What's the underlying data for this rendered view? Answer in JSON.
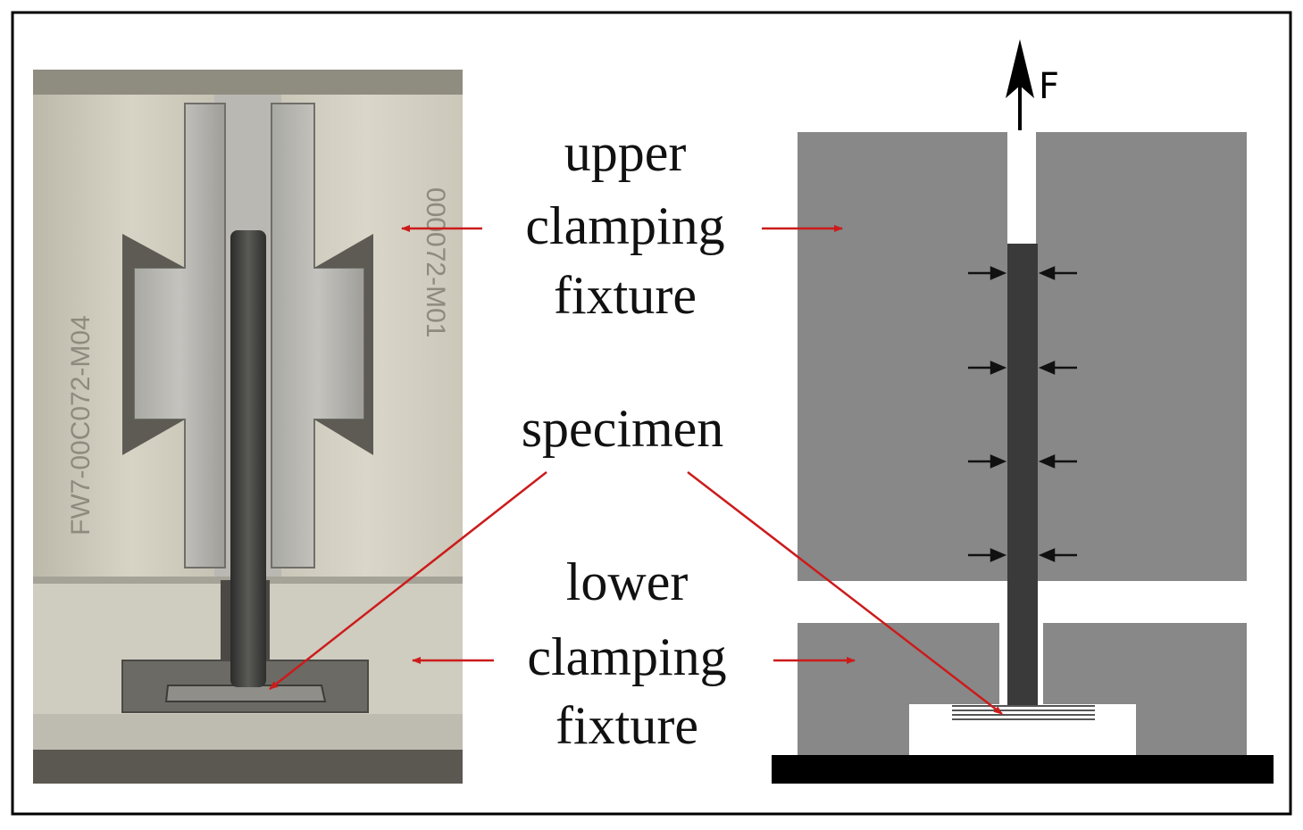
{
  "labels": {
    "upper_clamping_fixture": [
      "upper",
      "clamping",
      "fixture"
    ],
    "specimen": "specimen",
    "lower_clamping_fixture": [
      "lower",
      "clamping",
      "fixture"
    ],
    "force": "F"
  },
  "photo_markings": {
    "left_stamp": "FW7-00C072-M04",
    "right_stamp": "000072-M01"
  },
  "colors": {
    "frame": "#000000",
    "fixture_gray": "#888888",
    "specimen_dark": "#3a3a3a",
    "base_black": "#000000",
    "pointer_red": "#cc1b1b",
    "photo_metal": "#c9c6b8"
  }
}
